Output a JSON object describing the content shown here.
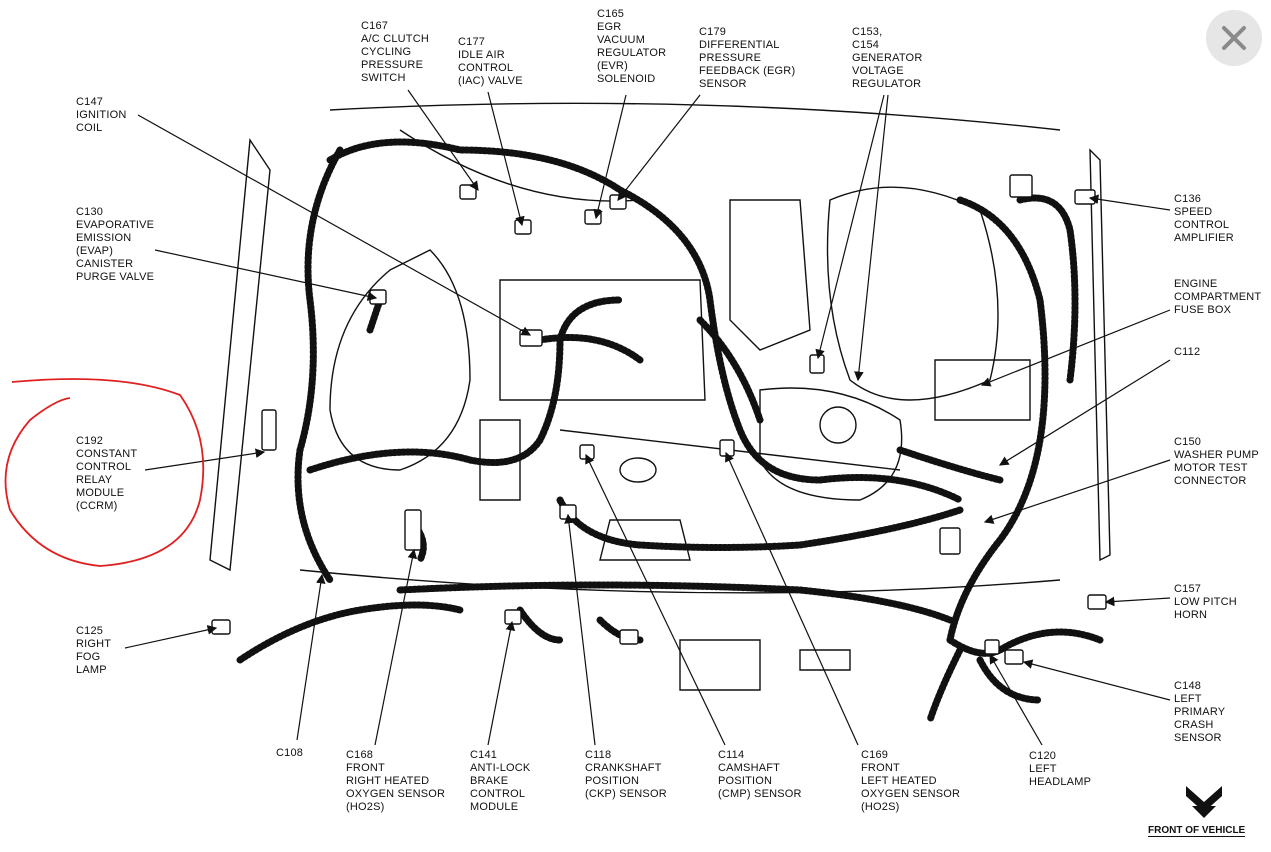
{
  "callouts": [
    {
      "id": "c167",
      "lines": [
        "C167",
        "A/C CLUTCH",
        "CYCLING",
        "PRESSURE",
        "SWITCH"
      ]
    },
    {
      "id": "c177",
      "lines": [
        "C177",
        "IDLE AIR",
        "CONTROL",
        "(IAC) VALVE"
      ]
    },
    {
      "id": "c165",
      "lines": [
        "C165",
        "EGR",
        "VACUUM",
        "REGULATOR",
        "(EVR)",
        "SOLENOID"
      ]
    },
    {
      "id": "c179",
      "lines": [
        "C179",
        "DIFFERENTIAL",
        "PRESSURE",
        "FEEDBACK (EGR)",
        "SENSOR"
      ]
    },
    {
      "id": "c153",
      "lines": [
        "C153,",
        "C154",
        "GENERATOR",
        "VOLTAGE",
        "REGULATOR"
      ]
    },
    {
      "id": "c147",
      "lines": [
        "C147",
        "IGNITION",
        "COIL"
      ]
    },
    {
      "id": "c130",
      "lines": [
        "C130",
        "EVAPORATIVE",
        "EMISSION",
        "(EVAP)",
        "CANISTER",
        "PURGE VALVE"
      ]
    },
    {
      "id": "c192",
      "lines": [
        "C192",
        "CONSTANT",
        "CONTROL",
        "RELAY",
        "MODULE",
        "(CCRM)"
      ]
    },
    {
      "id": "c125",
      "lines": [
        "C125",
        "RIGHT",
        "FOG",
        "LAMP"
      ]
    },
    {
      "id": "c108",
      "lines": [
        "C108"
      ]
    },
    {
      "id": "c168",
      "lines": [
        "C168",
        "FRONT",
        "RIGHT HEATED",
        "OXYGEN SENSOR",
        "(HO2S)"
      ]
    },
    {
      "id": "c141",
      "lines": [
        "C141",
        "ANTI-LOCK",
        "BRAKE",
        "CONTROL",
        "MODULE"
      ]
    },
    {
      "id": "c118",
      "lines": [
        "C118",
        "CRANKSHAFT",
        "POSITION",
        "(CKP) SENSOR"
      ]
    },
    {
      "id": "c114",
      "lines": [
        "C114",
        "CAMSHAFT",
        "POSITION",
        "(CMP) SENSOR"
      ]
    },
    {
      "id": "c169",
      "lines": [
        "C169",
        "FRONT",
        "LEFT HEATED",
        "OXYGEN SENSOR",
        "(HO2S)"
      ]
    },
    {
      "id": "c120",
      "lines": [
        "C120",
        "LEFT",
        "HEADLAMP"
      ]
    },
    {
      "id": "c136",
      "lines": [
        "C136",
        "SPEED",
        "CONTROL",
        "AMPLIFIER"
      ]
    },
    {
      "id": "fusebox",
      "lines": [
        "ENGINE",
        "COMPARTMENT",
        "FUSE BOX"
      ]
    },
    {
      "id": "c112",
      "lines": [
        "C112"
      ]
    },
    {
      "id": "c150",
      "lines": [
        "C150",
        "WASHER PUMP",
        "MOTOR TEST",
        "CONNECTOR"
      ]
    },
    {
      "id": "c157",
      "lines": [
        "C157",
        "LOW PITCH",
        "HORN"
      ]
    },
    {
      "id": "c148",
      "lines": [
        "C148",
        "LEFT",
        "PRIMARY",
        "CRASH",
        "SENSOR"
      ]
    }
  ],
  "front_marker": {
    "text": "FRONT OF VEHICLE"
  },
  "close_button": {
    "icon": "close-x-icon"
  },
  "colors": {
    "annotation_circle": "#e02020",
    "ink": "#111111",
    "close_bg": "#e6e6e6",
    "close_x": "#8a8a8a"
  }
}
